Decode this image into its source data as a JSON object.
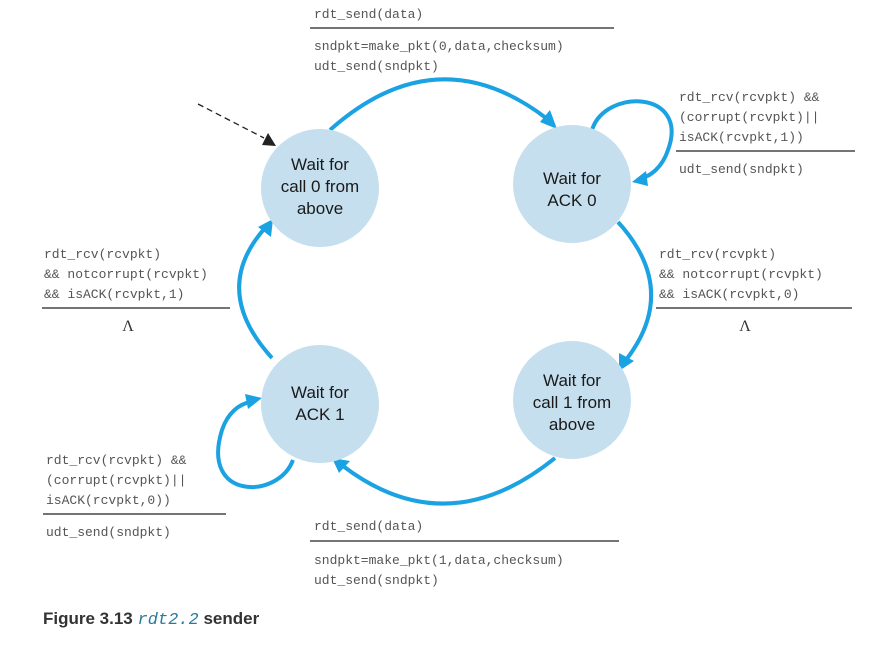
{
  "states": {
    "wait_call0": [
      "Wait for",
      "call 0 from",
      "above"
    ],
    "wait_ack0": [
      "Wait for",
      "ACK 0"
    ],
    "wait_ack1": [
      "Wait for",
      "ACK 1"
    ],
    "wait_call1": [
      "Wait for",
      "call 1 from",
      "above"
    ]
  },
  "transitions": {
    "call0_to_ack0": {
      "event": "rdt_send(data)",
      "actions": [
        "sndpkt=make_pkt(0,data,checksum)",
        "udt_send(sndpkt)"
      ]
    },
    "ack0_self": {
      "event": [
        "rdt_rcv(rcvpkt) &&",
        "(corrupt(rcvpkt)||",
        "isACK(rcvpkt,1))"
      ],
      "actions": [
        "udt_send(sndpkt)"
      ]
    },
    "ack0_to_call1": {
      "event": [
        "rdt_rcv(rcvpkt)",
        "&& notcorrupt(rcvpkt)",
        "&& isACK(rcvpkt,0)"
      ],
      "actions": [
        "Λ"
      ]
    },
    "call1_to_ack1": {
      "event": "rdt_send(data)",
      "actions": [
        "sndpkt=make_pkt(1,data,checksum)",
        "udt_send(sndpkt)"
      ]
    },
    "ack1_self": {
      "event": [
        "rdt_rcv(rcvpkt) &&",
        "(corrupt(rcvpkt)||",
        "isACK(rcvpkt,0))"
      ],
      "actions": [
        "udt_send(sndpkt)"
      ]
    },
    "ack1_to_call0": {
      "event": [
        "rdt_rcv(rcvpkt)",
        "&& notcorrupt(rcvpkt)",
        "&& isACK(rcvpkt,1)"
      ],
      "actions": [
        "Λ"
      ]
    }
  },
  "caption": {
    "prefix": "Figure 3.13",
    "code": "rdt2.2",
    "suffix": "sender"
  },
  "colors": {
    "state_fill": "#c6dfee",
    "arrow": "#1aa2e2"
  }
}
